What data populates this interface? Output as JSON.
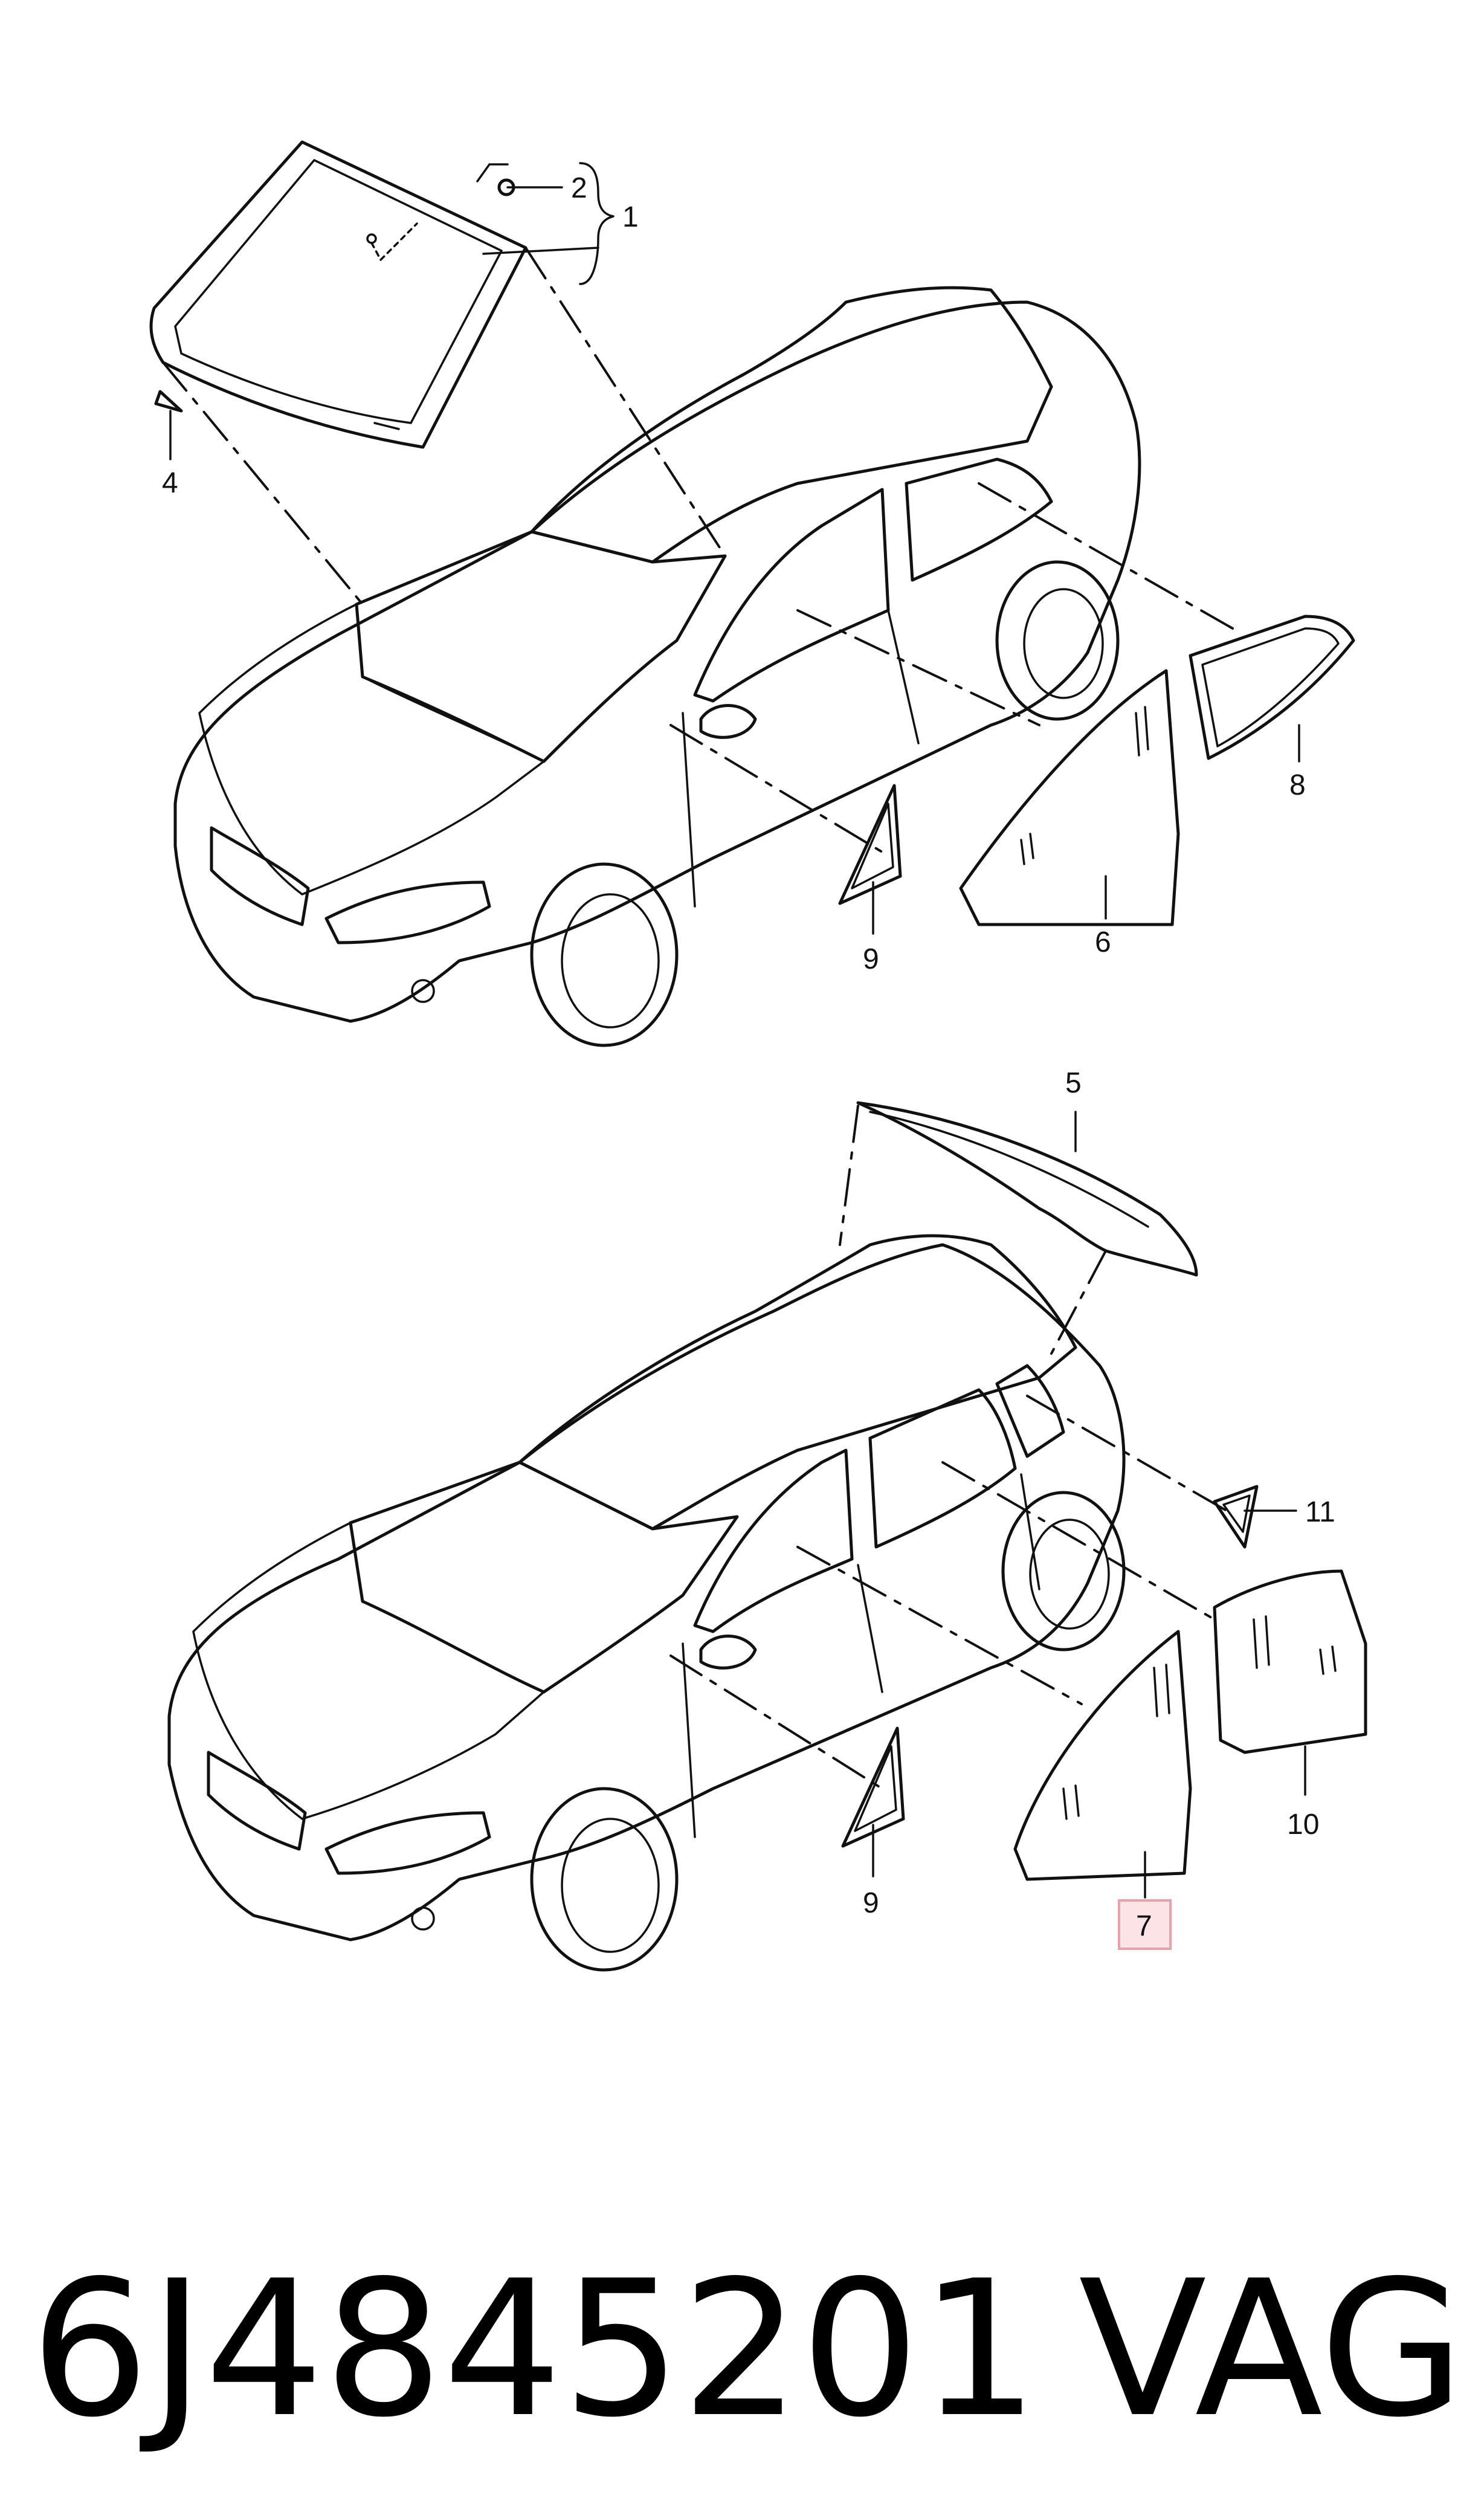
{
  "callouts": {
    "c1": "1",
    "c2": "2",
    "c4": "4",
    "c6": "6",
    "c8": "8",
    "c9_top": "9",
    "c5": "5",
    "c11": "11",
    "c10": "10",
    "c9_bottom": "9",
    "c7": "7"
  },
  "highlight": {
    "part": "7",
    "color": "#fbe3e6",
    "border_color": "#e9a2ac"
  },
  "footer": {
    "part_number": "6J4845201",
    "brand": "VAG"
  }
}
